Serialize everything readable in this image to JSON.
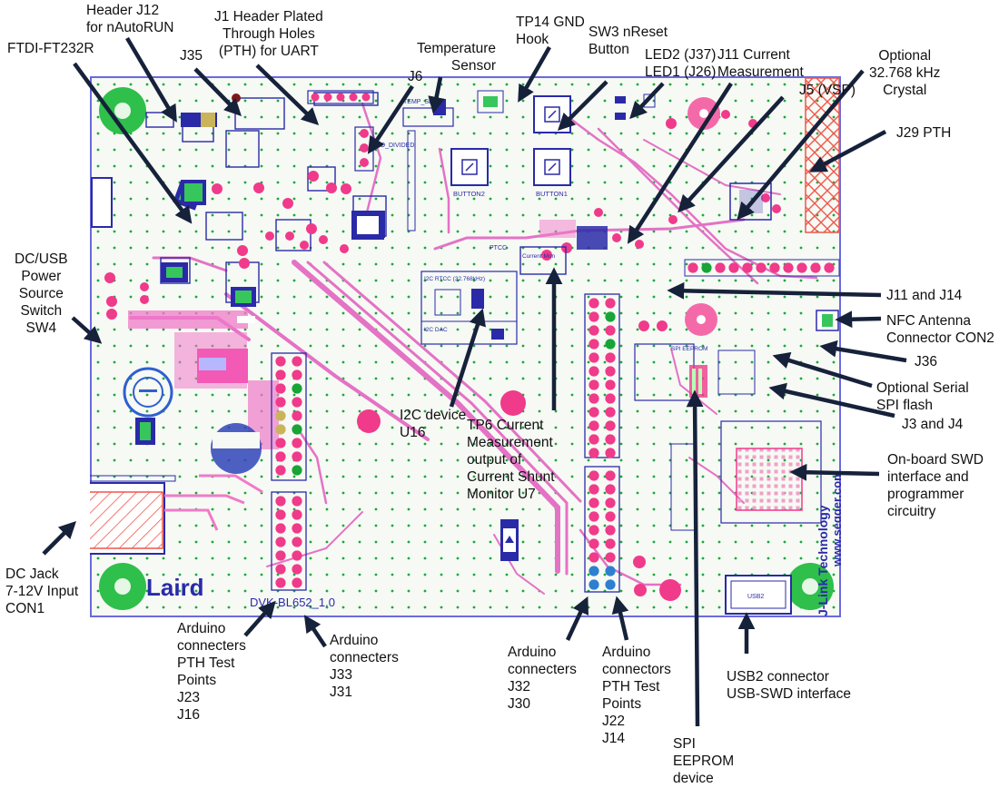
{
  "board": {
    "silkscreen": {
      "logo": "Laird",
      "board_name": "DVK-BL652_1.0",
      "jlink_brand": "J-Link Technology",
      "jlink_url": "www.segger.com",
      "button2": "BUTTON2",
      "button1": "BUTTON1",
      "ptc": "PTCC",
      "current_mon": "Current Mon",
      "i2c_rtc": "I2C RTCC (32.768kHz)",
      "i2c_dac": "I2C DAC",
      "temp_sens": "TEMP_SENS",
      "ao_divided": "AO_DIVIDED",
      "spi_eeprom": "SPI EEPROM",
      "usb2": "USB2"
    },
    "colors": {
      "board_bg": "#f6f9f4",
      "trace": "#e472c5",
      "copper": "#f03a8a",
      "via_green": "#18a436",
      "silk": "#2a2aa8",
      "hatch": "#f0564a",
      "arrow": "#16213a"
    }
  },
  "callouts": [
    {
      "id": "j12",
      "text": "Header J12\nfor nAutoRUN"
    },
    {
      "id": "j1",
      "text": "J1 Header Plated\nThrough Holes\n(PTH) for UART"
    },
    {
      "id": "tp14",
      "text": "TP14 GND\nHook"
    },
    {
      "id": "sw3",
      "text": "SW3 nReset\nButton"
    },
    {
      "id": "optional-crystal",
      "text": "Optional\n32.768 kHz\nCrystal"
    },
    {
      "id": "ftdi",
      "text": "FTDI-FT232R"
    },
    {
      "id": "j35",
      "text": "J35"
    },
    {
      "id": "temp-sensor",
      "text": "Temperature\nSensor"
    },
    {
      "id": "j6",
      "text": "J6"
    },
    {
      "id": "led",
      "text": "LED2 (J37)\nLED1 (J26)"
    },
    {
      "id": "j11-current",
      "text": "J11 Current\nMeasurement"
    },
    {
      "id": "j5",
      "text": "J5 (VSP)"
    },
    {
      "id": "j29",
      "text": "J29 PTH"
    },
    {
      "id": "dcusb",
      "text": "DC/USB\nPower\nSource\nSwitch\nSW4"
    },
    {
      "id": "j11-j14",
      "text": "J11 and J14"
    },
    {
      "id": "nfc",
      "text": "NFC Antenna\nConnector CON2"
    },
    {
      "id": "j36",
      "text": "J36"
    },
    {
      "id": "spi-flash",
      "text": "Optional Serial\nSPI flash"
    },
    {
      "id": "j3j4",
      "text": "J3 and J4"
    },
    {
      "id": "i2c-device",
      "text": "I2C device\nU16"
    },
    {
      "id": "tp6",
      "text": "TP6 Current\nMeasurement\noutput of\nCurrent Shunt\nMonitor U7"
    },
    {
      "id": "swd",
      "text": "On-board SWD\ninterface and\nprogrammer\ncircuitry"
    },
    {
      "id": "dc-jack",
      "text": "DC Jack\n7-12V Input\nCON1"
    },
    {
      "id": "arduino-pth-left",
      "text": "Arduino\nconnecters\nPTH Test\nPoints\nJ23\nJ16"
    },
    {
      "id": "arduino-j33",
      "text": "Arduino\nconnecters\nJ33\nJ31"
    },
    {
      "id": "arduino-j32",
      "text": "Arduino\nconnecters\nJ32\nJ30"
    },
    {
      "id": "arduino-pth-right",
      "text": "Arduino\nconnectors\nPTH Test\nPoints\nJ22\nJ14"
    },
    {
      "id": "usb2",
      "text": "USB2 connector\nUSB-SWD interface"
    },
    {
      "id": "spi-eeprom",
      "text": "SPI\nEEPROM\ndevice"
    }
  ]
}
